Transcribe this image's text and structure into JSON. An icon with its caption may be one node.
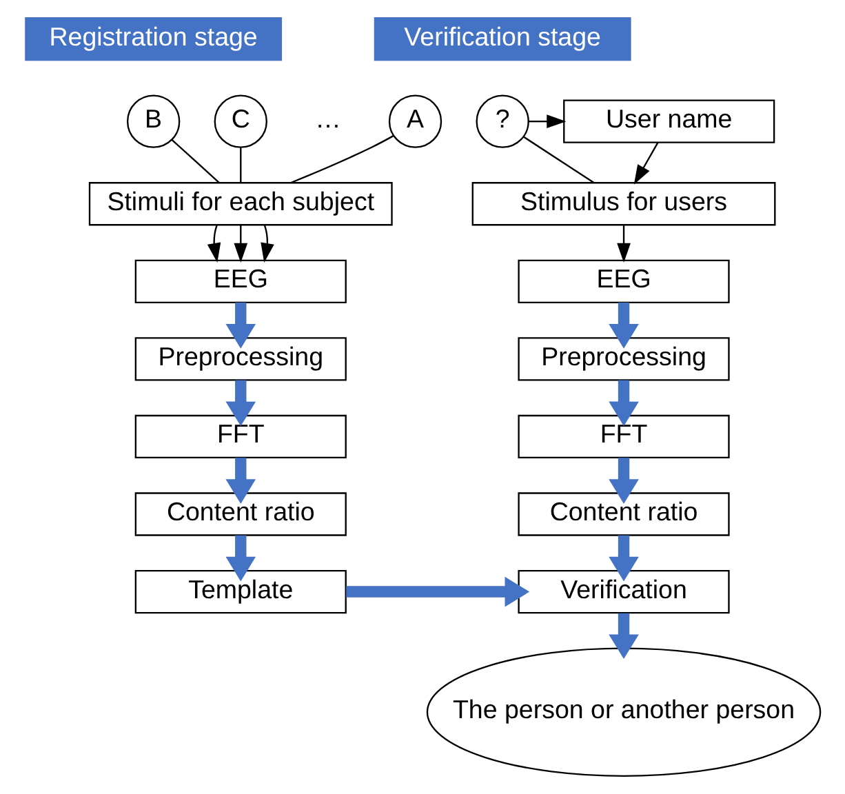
{
  "diagram": {
    "nodes": [
      {
        "text": [
          "Registration stage"
        ]
      },
      {
        "text": [
          "Verification stage"
        ]
      },
      {
        "text": [
          "A"
        ]
      },
      {
        "text": [
          "B"
        ]
      },
      {
        "text": [
          "C"
        ]
      },
      {
        "text": [
          "Stimuli for each subject"
        ]
      },
      {
        "text": [
          "EEG"
        ]
      },
      {
        "text": [
          "Preprocessing"
        ]
      },
      {
        "text": [
          "FFT"
        ]
      },
      {
        "text": [
          "Content ratio"
        ]
      },
      {
        "text": [
          "Template"
        ]
      },
      {
        "text": [
          "?"
        ]
      },
      {
        "text": [
          "User name"
        ]
      },
      {
        "text": [
          "Stimulus for users"
        ]
      },
      {
        "text": [
          "EEG"
        ]
      },
      {
        "text": [
          "Preprocessing"
        ]
      },
      {
        "text": [
          "FFT"
        ]
      },
      {
        "text": [
          "Content ratio"
        ]
      },
      {
        "text": [
          "Verification"
        ]
      },
      {
        "text": [
          "The person or another person"
        ]
      }
    ],
    "edges": [
      {
        "from": 2,
        "to": 5,
        "arrow": "none"
      },
      {
        "from": 3,
        "to": 5,
        "arrow": "none"
      },
      {
        "from": 4,
        "to": 5,
        "arrow": "none"
      },
      {
        "from": 5,
        "to": 6,
        "arrow": "to"
      },
      {
        "from": 5,
        "to": 6,
        "arrow": "to"
      },
      {
        "from": 5,
        "to": 6,
        "arrow": "to"
      },
      {
        "from": 6,
        "to": 7,
        "arrow": "to",
        "style": "thick",
        "color": "#4472c4"
      },
      {
        "from": 7,
        "to": 8,
        "arrow": "to",
        "style": "thick",
        "color": "#4472c4"
      },
      {
        "from": 8,
        "to": 9,
        "arrow": "to",
        "style": "thick",
        "color": "#4472c4"
      },
      {
        "from": 9,
        "to": 10,
        "arrow": "to",
        "style": "thick",
        "color": "#4472c4"
      },
      {
        "from": 10,
        "to": 18,
        "arrow": "to",
        "style": "thick",
        "color": "#4472c4"
      },
      {
        "from": 11,
        "to": 12,
        "arrow": "to"
      },
      {
        "from": 11,
        "to": 13,
        "arrow": "none"
      },
      {
        "from": 12,
        "to": 13,
        "arrow": "to"
      },
      {
        "from": 13,
        "to": 14,
        "arrow": "to"
      },
      {
        "from": 14,
        "to": 15,
        "arrow": "to",
        "style": "thick",
        "color": "#4472c4"
      },
      {
        "from": 15,
        "to": 16,
        "arrow": "to",
        "style": "thick",
        "color": "#4472c4"
      },
      {
        "from": 16,
        "to": 17,
        "arrow": "to",
        "style": "thick",
        "color": "#4472c4"
      },
      {
        "from": 17,
        "to": 18,
        "arrow": "to",
        "style": "thick",
        "color": "#4472c4"
      },
      {
        "from": 18,
        "to": 19,
        "arrow": "to",
        "style": "thick",
        "color": "#4472c4"
      }
    ],
    "labels": [
      "…"
    ]
  }
}
